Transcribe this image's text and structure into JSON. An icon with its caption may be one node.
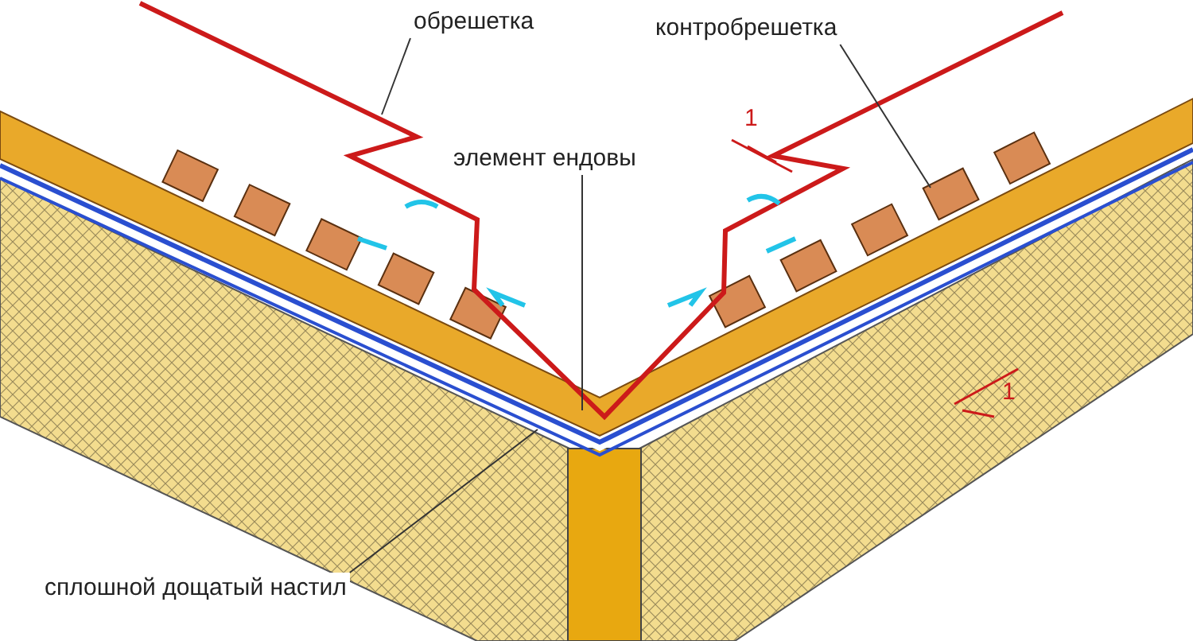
{
  "diagram": {
    "nodes": [
      {
        "text": [
          "обрешетка"
        ]
      },
      {
        "text": [
          "контробрешетка"
        ]
      },
      {
        "text": [
          "элемент ендовы"
        ]
      },
      {
        "text": [
          "сплошной дощатый настил"
        ]
      }
    ],
    "edges": [
      {
        "from": 0,
        "to": null,
        "arrow": "none"
      },
      {
        "from": 1,
        "to": null,
        "arrow": "none"
      },
      {
        "from": 2,
        "to": null,
        "arrow": "none"
      },
      {
        "from": 3,
        "to": null,
        "arrow": "none"
      }
    ],
    "labels": [
      "1",
      "1"
    ]
  }
}
